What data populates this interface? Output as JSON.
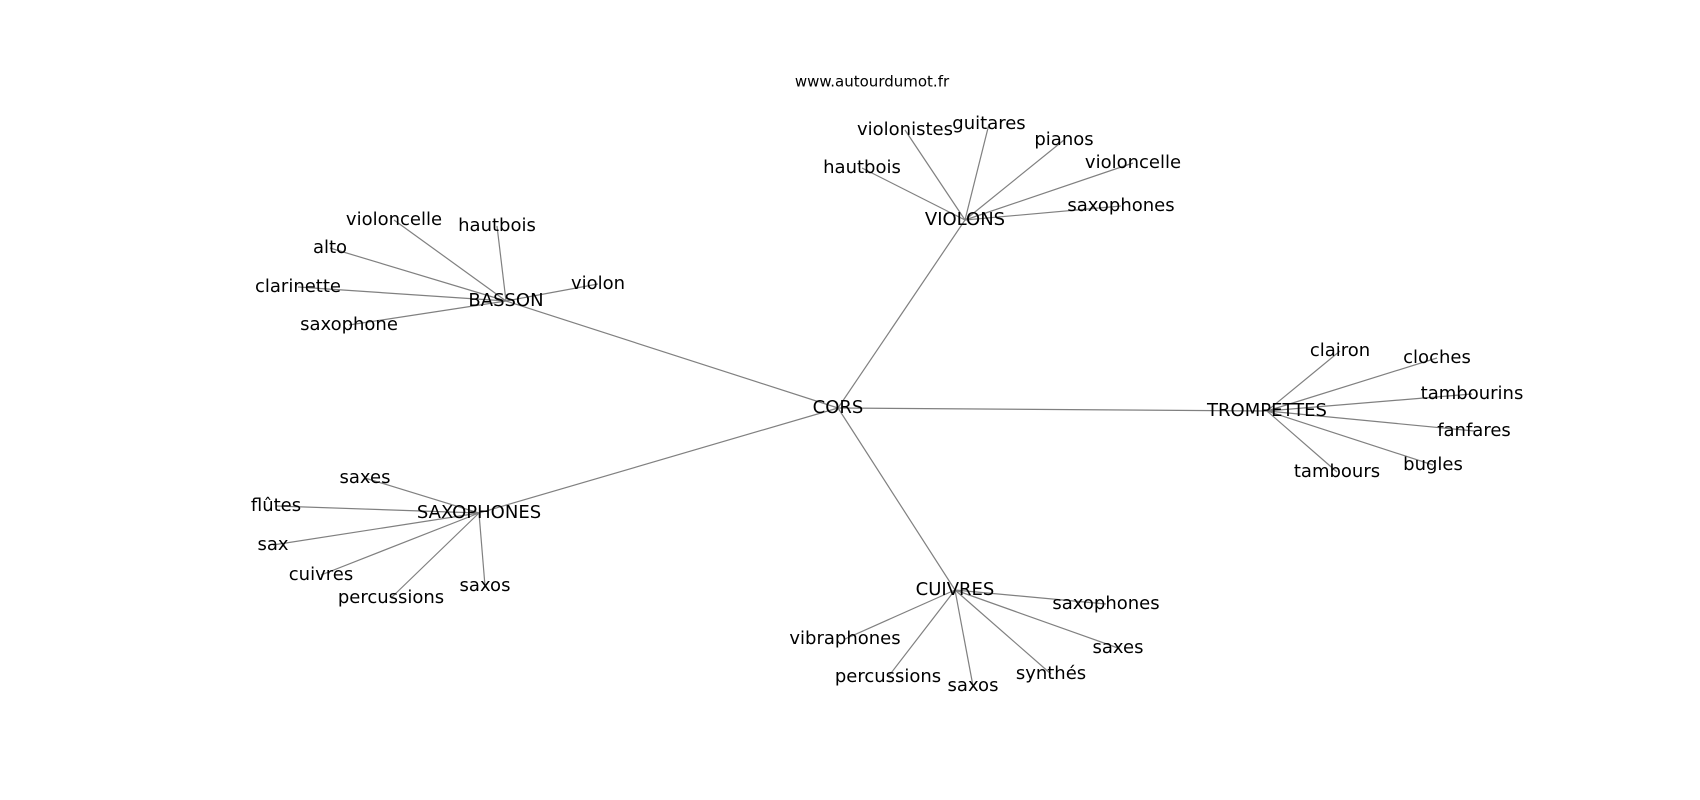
{
  "watermark": "www.autourdumot.fr",
  "colors": {
    "edge": "#808080",
    "text": "#000000",
    "background": "#ffffff"
  },
  "graph": {
    "nodes": [
      {
        "id": "cors",
        "label": "CORS"
      },
      {
        "id": "violons",
        "label": "VIOLONS"
      },
      {
        "id": "basson",
        "label": "BASSON"
      },
      {
        "id": "saxophones_hub",
        "label": "SAXOPHONES"
      },
      {
        "id": "cuivres_hub",
        "label": "CUIVRES"
      },
      {
        "id": "trompettes",
        "label": "TROMPETTES"
      },
      {
        "id": "v_violonistes",
        "label": "violonistes"
      },
      {
        "id": "v_guitares",
        "label": "guitares"
      },
      {
        "id": "v_pianos",
        "label": "pianos"
      },
      {
        "id": "v_hautbois",
        "label": "hautbois"
      },
      {
        "id": "v_violoncelle",
        "label": "violoncelle"
      },
      {
        "id": "v_saxophones",
        "label": "saxophones"
      },
      {
        "id": "b_violoncelle",
        "label": "violoncelle"
      },
      {
        "id": "b_hautbois",
        "label": "hautbois"
      },
      {
        "id": "b_alto",
        "label": "alto"
      },
      {
        "id": "b_clarinette",
        "label": "clarinette"
      },
      {
        "id": "b_violon",
        "label": "violon"
      },
      {
        "id": "b_saxophone",
        "label": "saxophone"
      },
      {
        "id": "t_clairon",
        "label": "clairon"
      },
      {
        "id": "t_cloches",
        "label": "cloches"
      },
      {
        "id": "t_tambourins",
        "label": "tambourins"
      },
      {
        "id": "t_fanfares",
        "label": "fanfares"
      },
      {
        "id": "t_bugles",
        "label": "bugles"
      },
      {
        "id": "t_tambours",
        "label": "tambours"
      },
      {
        "id": "s_saxes",
        "label": "saxes"
      },
      {
        "id": "s_flutes",
        "label": "flûtes"
      },
      {
        "id": "s_sax",
        "label": "sax"
      },
      {
        "id": "s_cuivres",
        "label": "cuivres"
      },
      {
        "id": "s_percussions",
        "label": "percussions"
      },
      {
        "id": "s_saxos",
        "label": "saxos"
      },
      {
        "id": "c_saxophones",
        "label": "saxophones"
      },
      {
        "id": "c_vibraphones",
        "label": "vibraphones"
      },
      {
        "id": "c_saxes",
        "label": "saxes"
      },
      {
        "id": "c_percussions",
        "label": "percussions"
      },
      {
        "id": "c_saxos",
        "label": "saxos"
      },
      {
        "id": "c_synthes",
        "label": "synthés"
      }
    ],
    "edges": [
      [
        "cors",
        "violons"
      ],
      [
        "cors",
        "basson"
      ],
      [
        "cors",
        "saxophones_hub"
      ],
      [
        "cors",
        "cuivres_hub"
      ],
      [
        "cors",
        "trompettes"
      ],
      [
        "violons",
        "v_violonistes"
      ],
      [
        "violons",
        "v_guitares"
      ],
      [
        "violons",
        "v_pianos"
      ],
      [
        "violons",
        "v_hautbois"
      ],
      [
        "violons",
        "v_violoncelle"
      ],
      [
        "violons",
        "v_saxophones"
      ],
      [
        "basson",
        "b_violoncelle"
      ],
      [
        "basson",
        "b_hautbois"
      ],
      [
        "basson",
        "b_alto"
      ],
      [
        "basson",
        "b_clarinette"
      ],
      [
        "basson",
        "b_violon"
      ],
      [
        "basson",
        "b_saxophone"
      ],
      [
        "trompettes",
        "t_clairon"
      ],
      [
        "trompettes",
        "t_cloches"
      ],
      [
        "trompettes",
        "t_tambourins"
      ],
      [
        "trompettes",
        "t_fanfares"
      ],
      [
        "trompettes",
        "t_bugles"
      ],
      [
        "trompettes",
        "t_tambours"
      ],
      [
        "saxophones_hub",
        "s_saxes"
      ],
      [
        "saxophones_hub",
        "s_flutes"
      ],
      [
        "saxophones_hub",
        "s_sax"
      ],
      [
        "saxophones_hub",
        "s_cuivres"
      ],
      [
        "saxophones_hub",
        "s_percussions"
      ],
      [
        "saxophones_hub",
        "s_saxos"
      ],
      [
        "cuivres_hub",
        "c_saxophones"
      ],
      [
        "cuivres_hub",
        "c_vibraphones"
      ],
      [
        "cuivres_hub",
        "c_saxes"
      ],
      [
        "cuivres_hub",
        "c_percussions"
      ],
      [
        "cuivres_hub",
        "c_saxos"
      ],
      [
        "cuivres_hub",
        "c_synthes"
      ]
    ]
  }
}
